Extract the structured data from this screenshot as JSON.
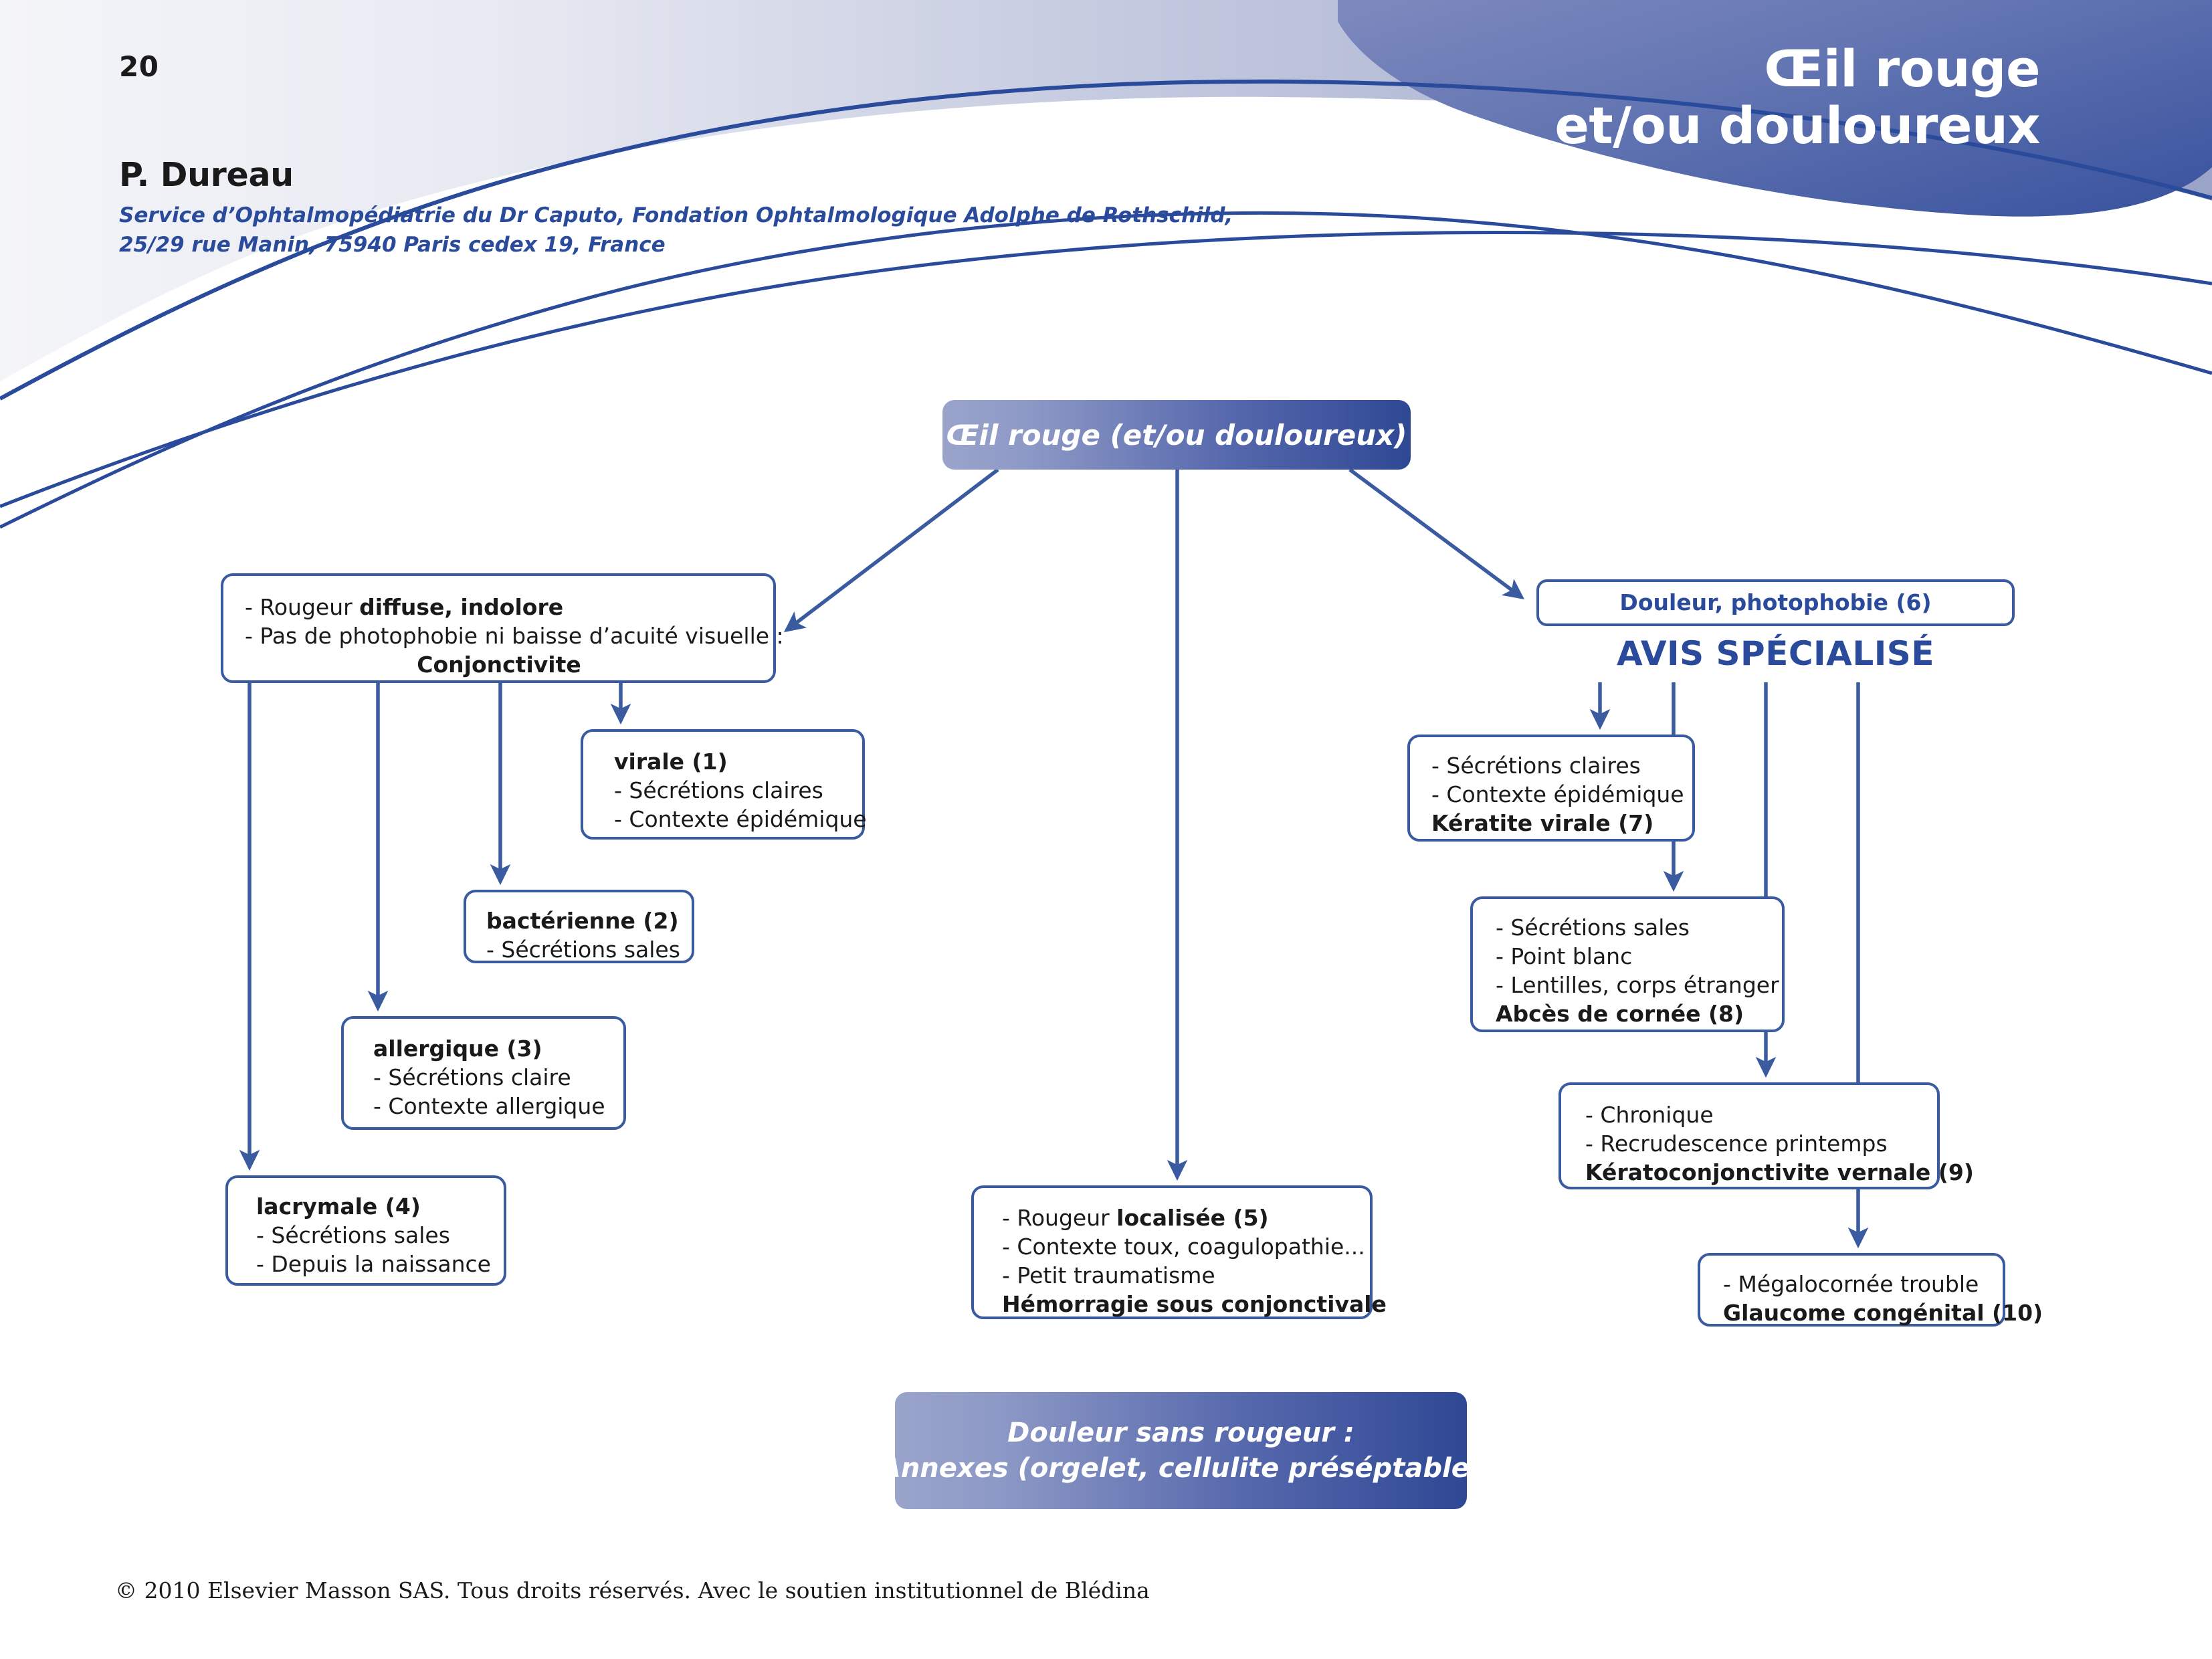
{
  "page": {
    "number": "20",
    "footer": "© 2010 Elsevier Masson SAS. Tous droits réservés. Avec le soutien institutionnel de Blédina"
  },
  "header": {
    "title_line1": "Œil rouge",
    "title_line2": "et/ou douloureux",
    "author": "P. Dureau",
    "affiliation_line1": "Service d’Ophtalmopédiatrie du Dr Caputo, Fondation Ophtalmologique Adolphe de Rothschild,",
    "affiliation_line2": "25/29 rue Manin, 75940 Paris cedex 19, France"
  },
  "colors": {
    "brand_blue": "#2a4b9b",
    "border_blue": "#3a5ba0",
    "gradient_light": "#9aa4cb",
    "gradient_dark": "#2f4894",
    "band_light": "#eef0f6",
    "band_mid": "#b7bdd6",
    "text_dark": "#1a1a1a",
    "white": "#ffffff"
  },
  "chart_data": {
    "type": "diagram",
    "title": "Œil rouge (et/ou douloureux)",
    "layout": "top-down decision flowchart, three main branches",
    "nodes": [
      {
        "id": "root",
        "label": "Œil rouge (et/ou douloureux)",
        "style": "gradient"
      },
      {
        "id": "conjonctivite",
        "style": "outlined"
      },
      {
        "id": "virale",
        "style": "outlined"
      },
      {
        "id": "bacterienne",
        "style": "outlined"
      },
      {
        "id": "allergique",
        "style": "outlined"
      },
      {
        "id": "lacrymale",
        "style": "outlined"
      },
      {
        "id": "hemorragie",
        "style": "outlined"
      },
      {
        "id": "douleur6",
        "style": "outlined-blue-text"
      },
      {
        "id": "keratite",
        "style": "outlined"
      },
      {
        "id": "abces",
        "style": "outlined"
      },
      {
        "id": "vernale",
        "style": "outlined"
      },
      {
        "id": "glaucome",
        "style": "outlined"
      },
      {
        "id": "bottom",
        "label": "Douleur sans rougeur : Annexes (orgelet, cellulite préséptable)",
        "style": "gradient"
      }
    ],
    "edges": [
      {
        "from": "root",
        "to": "conjonctivite"
      },
      {
        "from": "root",
        "to": "hemorragie"
      },
      {
        "from": "root",
        "to": "douleur6"
      },
      {
        "from": "conjonctivite",
        "to": "virale"
      },
      {
        "from": "conjonctivite",
        "to": "bacterienne"
      },
      {
        "from": "conjonctivite",
        "to": "allergique"
      },
      {
        "from": "conjonctivite",
        "to": "lacrymale"
      },
      {
        "from": "douleur6",
        "to": "keratite"
      },
      {
        "from": "douleur6",
        "to": "abces"
      },
      {
        "from": "douleur6",
        "to": "vernale"
      },
      {
        "from": "douleur6",
        "to": "glaucome"
      }
    ]
  },
  "flow": {
    "root": {
      "label": "Œil rouge (et/ou douloureux)"
    },
    "conjonctivite": {
      "line1_pre": "- Rougeur ",
      "line1_bold": "diffuse, indolore",
      "line2": "- Pas de photophobie ni baisse d’acuité visuelle :",
      "line3": "Conjonctivite"
    },
    "virale": {
      "title": "virale (1)",
      "line1": "- Sécrétions claires",
      "line2": "- Contexte épidémique"
    },
    "bacterienne": {
      "title": "bactérienne (2)",
      "line1": "- Sécrétions sales"
    },
    "allergique": {
      "title": "allergique (3)",
      "line1": "- Sécrétions claire",
      "line2": "- Contexte allergique"
    },
    "lacrymale": {
      "title": "lacrymale (4)",
      "line1": "- Sécrétions sales",
      "line2": "- Depuis la naissance"
    },
    "hemorragie": {
      "line1_pre": "- Rougeur ",
      "line1_bold": "localisée (5)",
      "line2": "- Contexte toux, coagulopathie...",
      "line3": "- Petit traumatisme",
      "line4": "Hémorragie sous conjonctivale"
    },
    "douleur6": {
      "label": "Douleur, photophobie (6)"
    },
    "avis": {
      "label": "AVIS SPÉCIALISÉ"
    },
    "keratite": {
      "line1": "- Sécrétions claires",
      "line2": "- Contexte épidémique",
      "line3": "Kératite virale (7)"
    },
    "abces": {
      "line1": "- Sécrétions sales",
      "line2": "- Point blanc",
      "line3": "- Lentilles, corps étranger",
      "line4": "Abcès de cornée (8)"
    },
    "vernale": {
      "line1": "- Chronique",
      "line2": "- Recrudescence printemps",
      "line3": "Kératoconjonctivite vernale (9)"
    },
    "glaucome": {
      "line1": "- Mégalocornée trouble",
      "line2": "Glaucome congénital (10)"
    },
    "bottom": {
      "line1": "Douleur sans rougeur :",
      "line2": "Annexes (orgelet, cellulite préséptable)"
    }
  }
}
